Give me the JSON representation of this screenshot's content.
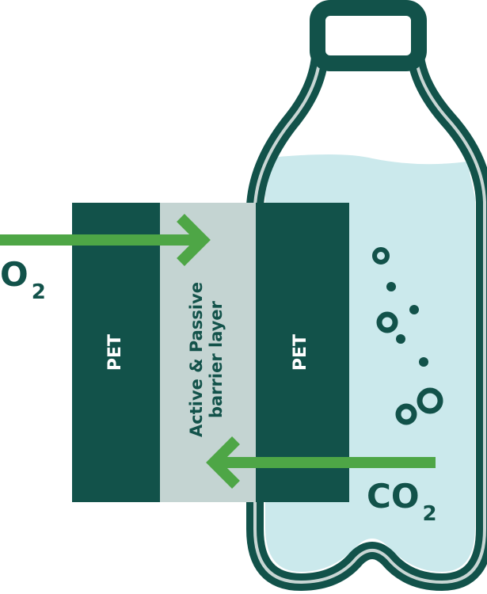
{
  "diagram": {
    "title": "",
    "colors": {
      "dark_green": "#12524a",
      "arrow_green": "#4ea646",
      "liquid": "#cbe9ec",
      "barrier_gray": "#c4d4d2",
      "bottle_highlight": "#c8d6d4"
    },
    "layers": [
      {
        "id": "outer-pet",
        "label": "PET"
      },
      {
        "id": "barrier",
        "label_line1": "Active & Passive",
        "label_line2": "barrier layer"
      },
      {
        "id": "inner-pet",
        "label": "PET"
      }
    ],
    "gases": {
      "oxygen": {
        "symbol": "O",
        "subscript": "2",
        "direction": "inward"
      },
      "carbon_dioxide": {
        "symbol": "CO",
        "subscript": "2",
        "direction": "outward"
      }
    },
    "icons": [
      "bottle-icon",
      "bubble-icon",
      "arrow-right-icon",
      "arrow-left-icon"
    ]
  }
}
